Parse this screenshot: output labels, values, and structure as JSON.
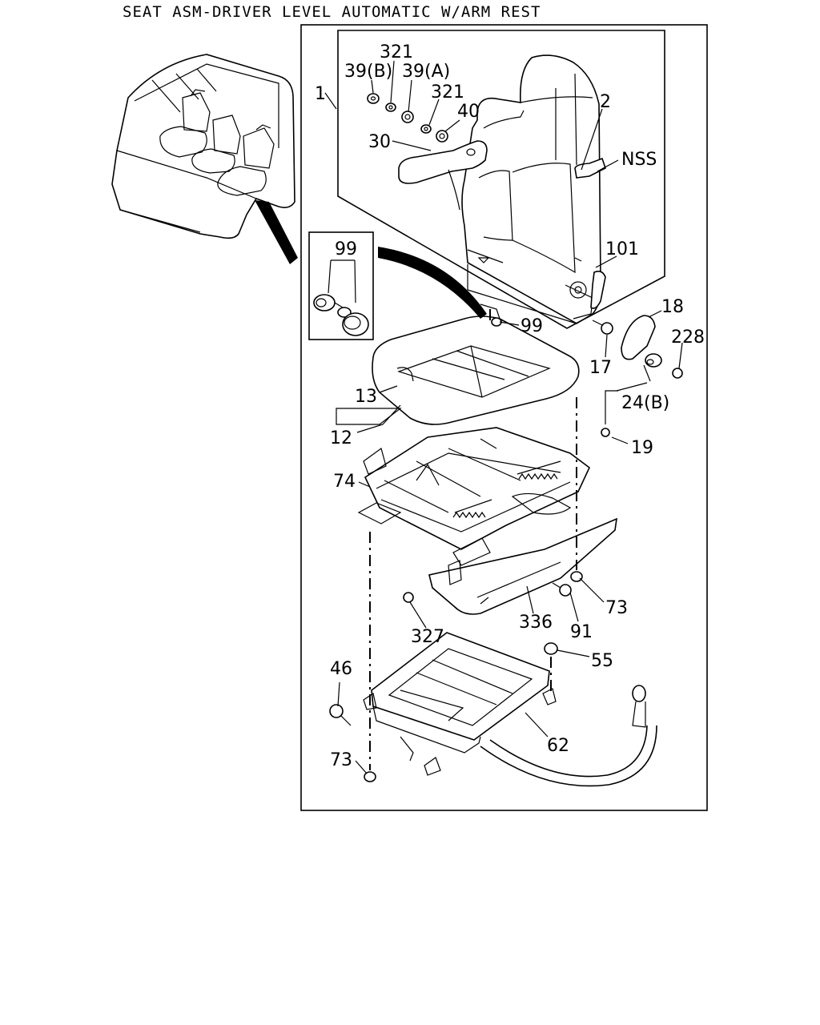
{
  "title": "SEAT ASM-DRIVER LEVEL AUTOMATIC W/ARM REST",
  "callouts": {
    "c1": "1",
    "c2": "2",
    "c321a": "321",
    "c39b": "39(B)",
    "c39a": "39(A)",
    "c321b": "321",
    "c40": "40",
    "c30": "30",
    "cNSS": "NSS",
    "c99inset": "99",
    "c101": "101",
    "c99": "99",
    "c18": "18",
    "c228": "228",
    "c17": "17",
    "c24b": "24(B)",
    "c13": "13",
    "c12": "12",
    "c19": "19",
    "c74": "74",
    "c73top": "73",
    "c91": "91",
    "c336": "336",
    "c327": "327",
    "c55": "55",
    "c46": "46",
    "c62": "62",
    "c73bot": "73"
  }
}
